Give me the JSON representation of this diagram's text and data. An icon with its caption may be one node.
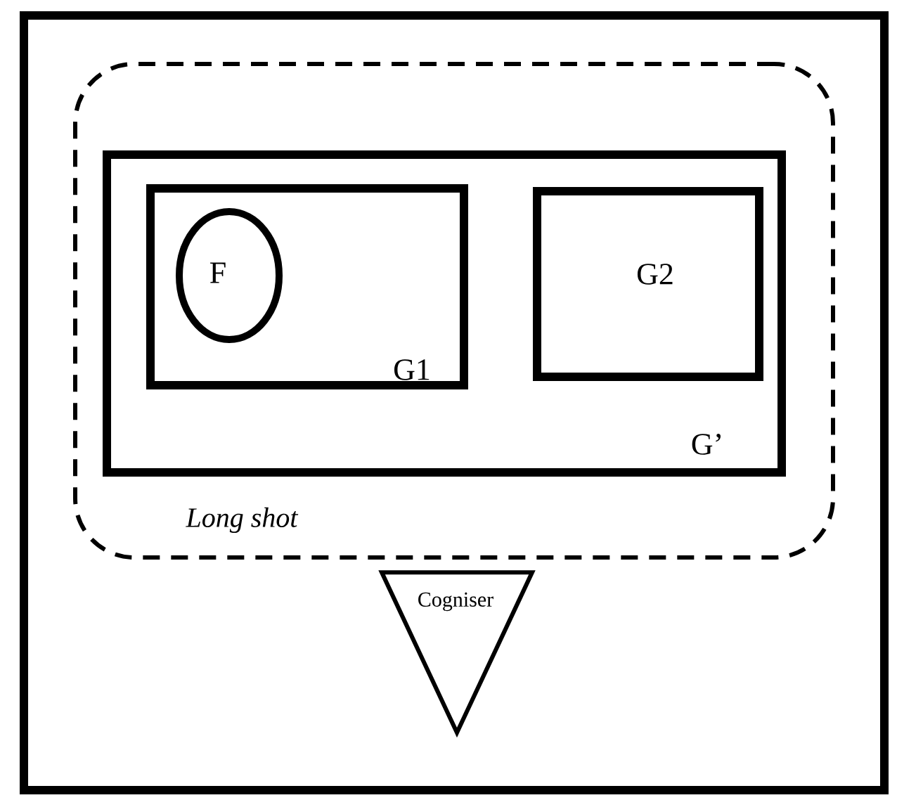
{
  "diagram": {
    "nodes": [
      {
        "text": [],
        "shape": "box"
      },
      {
        "text": [
          "Long shot"
        ],
        "in": 0
      },
      {
        "text": [
          "G’"
        ],
        "in": 1
      },
      {
        "text": [
          "G1"
        ],
        "in": 2
      },
      {
        "text": [
          "F"
        ],
        "in": 3
      },
      {
        "text": [
          "G2"
        ],
        "in": 2
      },
      {
        "text": [
          "Cogniser"
        ],
        "in": 0
      }
    ]
  }
}
